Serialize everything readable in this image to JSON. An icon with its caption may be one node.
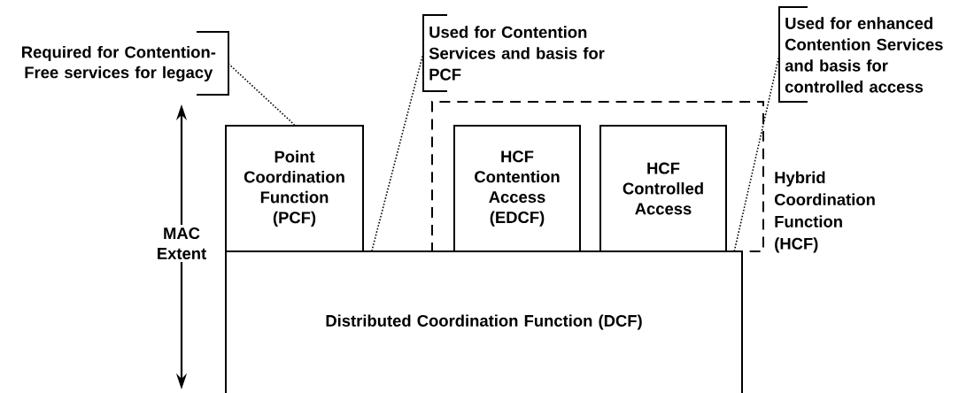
{
  "diagram": {
    "nodes": [
      {
        "text": [
          "Distributed Coordination Function (DCF)"
        ]
      },
      {
        "text": [
          "Point Coordination Function (PCF)"
        ]
      },
      {
        "text": [
          "Hybrid Coordination Function (HCF)"
        ]
      },
      {
        "text": [
          "HCF Contention Access (EDCF)"
        ],
        "in": 2
      },
      {
        "text": [
          "HCF Controlled Access"
        ],
        "in": 2
      },
      {
        "text": [
          "Required for Contention-Free services for legacy"
        ]
      },
      {
        "text": [
          "Used for Contention Services and basis for PCF"
        ]
      },
      {
        "text": [
          "Used for enhanced Contention Services and basis for controlled access"
        ]
      }
    ],
    "edges": [
      {
        "from": 5,
        "to": 1,
        "arrow": "none"
      },
      {
        "from": 6,
        "to": 0,
        "arrow": "none"
      },
      {
        "from": 7,
        "to": 2,
        "arrow": "none"
      }
    ],
    "labels": [
      "MAC Extent"
    ]
  }
}
